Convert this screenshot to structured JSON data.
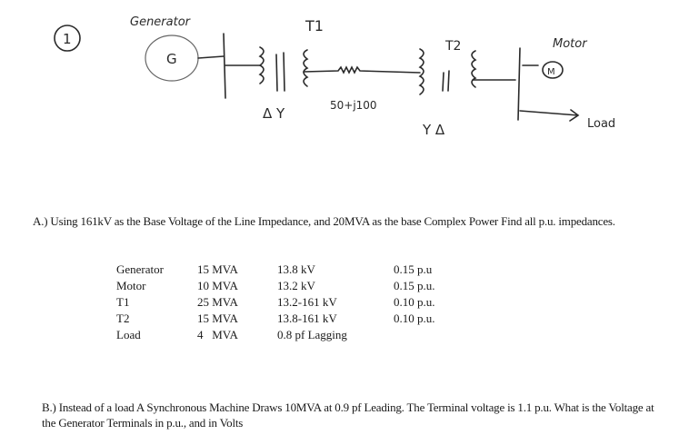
{
  "diagram": {
    "problem_number": "1",
    "labels": {
      "generator": "Generator",
      "generator_symbol": "G",
      "t1": "T1",
      "t1_connection": "Δ Y",
      "line_impedance": "50+j100",
      "t2": "T2",
      "t2_connection": "Y Δ",
      "motor": "Motor",
      "motor_symbol": "M",
      "load": "Load"
    }
  },
  "question_a": {
    "text": "A.) Using 161kV as the Base Voltage of the Line Impedance, and 20MVA as the base Complex Power Find all p.u. impedances."
  },
  "specs": {
    "rows": [
      {
        "name": "Generator",
        "rating": "15 MVA",
        "voltage": "13.8 kV",
        "impedance": "0.15 p.u"
      },
      {
        "name": "Motor",
        "rating": "10 MVA",
        "voltage": "13.2 kV",
        "impedance": "0.15 p.u."
      },
      {
        "name": "T1",
        "rating": "25 MVA",
        "voltage": "13.2-161 kV",
        "impedance": "0.10 p.u."
      },
      {
        "name": "T2",
        "rating": "15 MVA",
        "voltage": "13.8-161 kV",
        "impedance": "0.10 p.u."
      },
      {
        "name": "Load",
        "rating": "4   MVA",
        "voltage": "0.8 pf Lagging",
        "impedance": ""
      }
    ]
  },
  "question_b": {
    "text": "B.) Instead of a load A Synchronous Machine Draws 10MVA at 0.9 pf Leading. The Terminal voltage is 1.1 p.u. What is the Voltage at the Generator Terminals in p.u., and in Volts"
  }
}
